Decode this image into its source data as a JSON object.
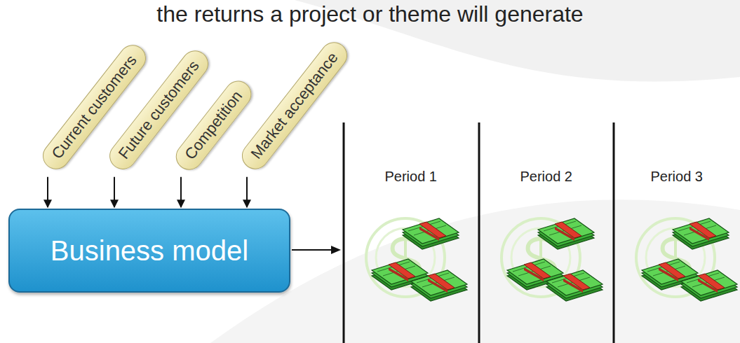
{
  "diagram": {
    "title": "the returns a project or theme will generate",
    "nodes": [
      {
        "text": [
          "Current customers"
        ]
      },
      {
        "text": [
          "Future customers"
        ]
      },
      {
        "text": [
          "Competition"
        ]
      },
      {
        "text": [
          "Market acceptance"
        ]
      },
      {
        "text": [
          "Business model"
        ]
      }
    ],
    "edges": [
      {
        "from": 0,
        "to": 4,
        "arrow": "to"
      },
      {
        "from": 1,
        "to": 4,
        "arrow": "to"
      },
      {
        "from": 2,
        "to": 4,
        "arrow": "to"
      },
      {
        "from": 3,
        "to": 4,
        "arrow": "to"
      }
    ],
    "labels": [
      "Period 1",
      "Period 2",
      "Period 3"
    ]
  }
}
